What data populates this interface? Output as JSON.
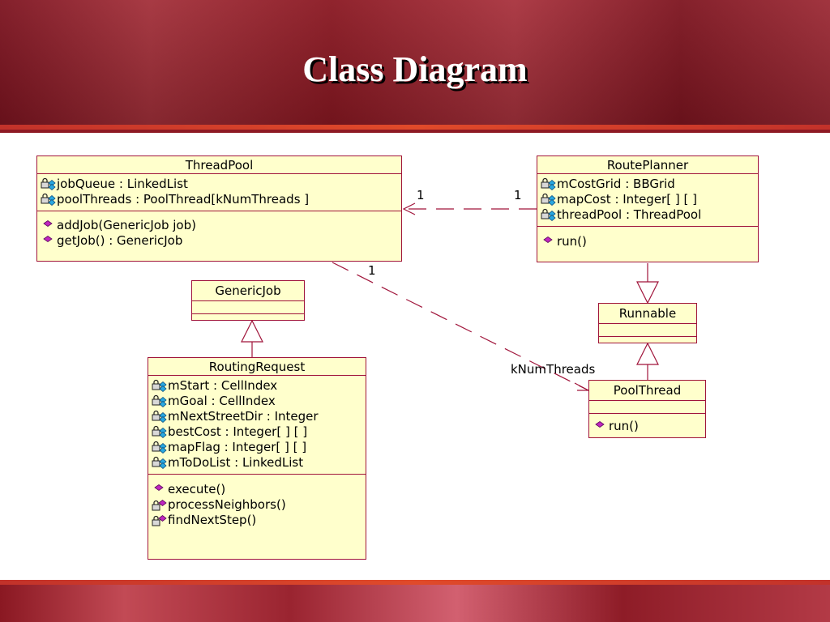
{
  "slide": {
    "title": "Class Diagram"
  },
  "colors": {
    "class_fill": "#ffffcc",
    "class_border": "#a0143a",
    "method_marker": "#c026c0",
    "attribute_marker": "#29a8e0"
  },
  "classes": {
    "thread_pool": {
      "name": "ThreadPool",
      "attributes": [
        "jobQueue : LinkedList",
        "poolThreads : PoolThread[kNumThreads ]"
      ],
      "methods": [
        "addJob(GenericJob job)",
        "getJob() : GenericJob"
      ]
    },
    "route_planner": {
      "name": "RoutePlanner",
      "attributes": [
        "mCostGrid : BBGrid",
        "mapCost : Integer[ ] [ ]",
        "threadPool : ThreadPool"
      ],
      "methods": [
        "run()"
      ]
    },
    "generic_job": {
      "name": "GenericJob"
    },
    "runnable": {
      "name": "Runnable"
    },
    "routing_request": {
      "name": "RoutingRequest",
      "attributes": [
        "mStart : CellIndex",
        "mGoal : CellIndex",
        "mNextStreetDir : Integer",
        "bestCost : Integer[ ] [ ]",
        "mapFlag : Integer[ ] [ ]",
        "mToDoList : LinkedList"
      ],
      "methods": [
        "execute()",
        "processNeighbors()",
        "findNextStep()"
      ]
    },
    "pool_thread": {
      "name": "PoolThread",
      "methods": [
        "run()"
      ]
    }
  },
  "edges": {
    "planner_pool_left_mult": "1",
    "planner_pool_right_mult": "1",
    "pool_threads_source_mult": "1",
    "pool_threads_target_label": "kNumThreads"
  }
}
